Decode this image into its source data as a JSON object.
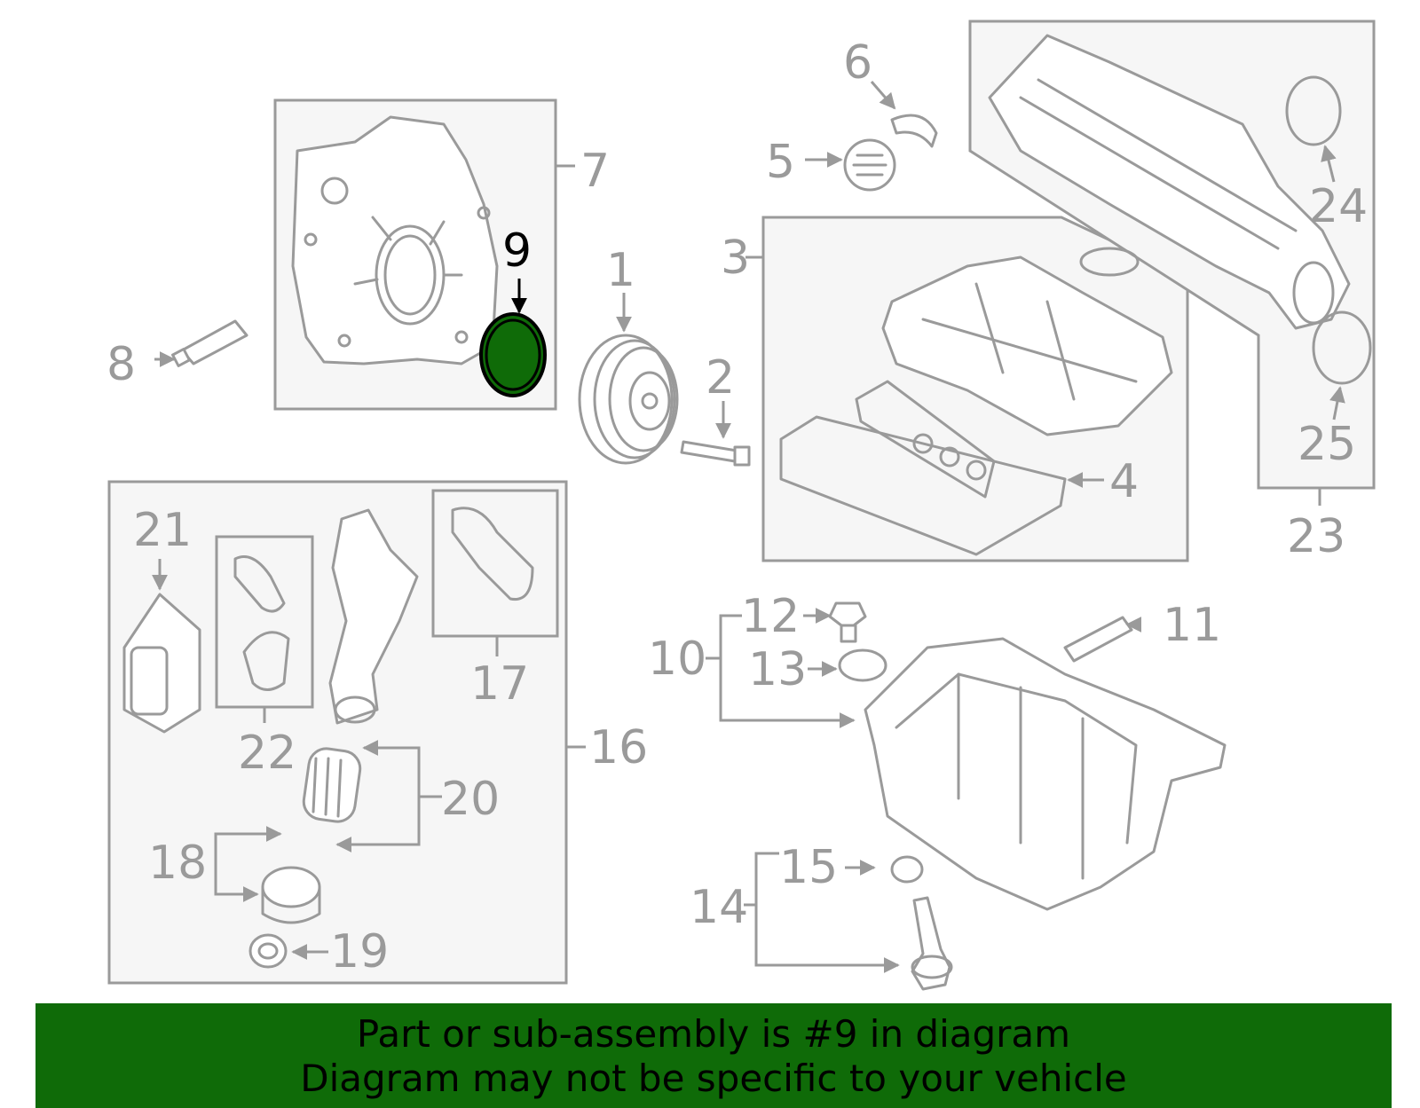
{
  "diagram": {
    "highlight_part": "9",
    "highlight_color": "#0f6b08",
    "line_color": "#9a9a9a",
    "callouts": [
      "1",
      "2",
      "3",
      "4",
      "5",
      "6",
      "7",
      "8",
      "9",
      "10",
      "11",
      "12",
      "13",
      "14",
      "15",
      "16",
      "17",
      "18",
      "19",
      "20",
      "21",
      "22",
      "23",
      "24",
      "25"
    ]
  },
  "banner": {
    "line1": "Part or sub-assembly is #9 in diagram",
    "line2": "Diagram may not be specific to your vehicle",
    "background": "#0f6b08"
  }
}
